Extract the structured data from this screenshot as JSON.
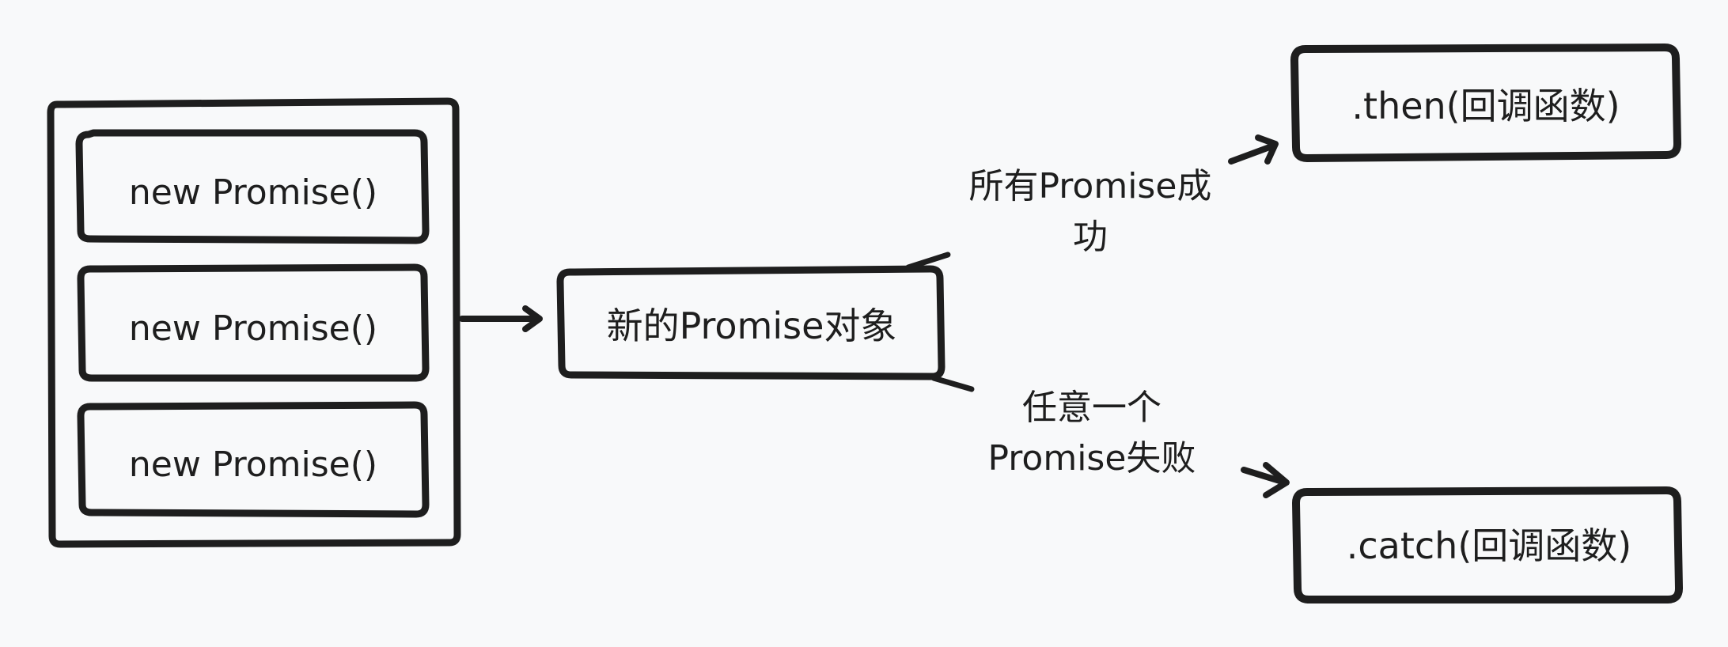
{
  "diagram": {
    "input_promises": [
      {
        "label": "new Promise()"
      },
      {
        "label": "new Promise()"
      },
      {
        "label": "new Promise()"
      }
    ],
    "new_promise_object": {
      "label": "新的Promise对象"
    },
    "then_node": {
      "label": ".then(回调函数)"
    },
    "catch_node": {
      "label": ".catch(回调函数)"
    },
    "success_edge": {
      "label_line1": "所有Promise成",
      "label_line2": "功"
    },
    "failure_edge": {
      "label_line1": "任意一个",
      "label_line2": "Promise失败"
    }
  },
  "colors": {
    "background": "#f8f9fa",
    "stroke": "#1e1e1e",
    "text": "#1e1e1e"
  }
}
